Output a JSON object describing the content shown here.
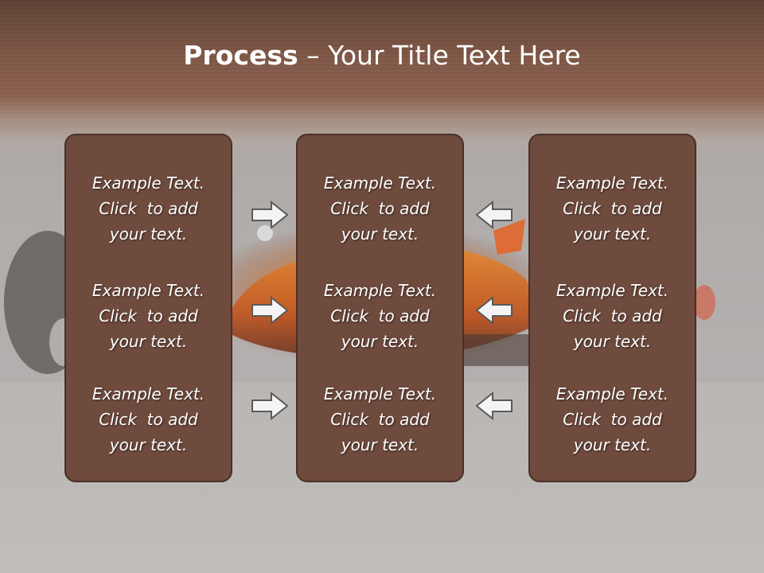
{
  "slide": {
    "title_bold": "Process",
    "title_rest": " – Your Title Text Here"
  },
  "panels": [
    {
      "items": [
        {
          "line1": "Example Text.",
          "line2": "Click  to add",
          "line3": "your text."
        },
        {
          "line1": "Example Text.",
          "line2": "Click  to add",
          "line3": "your text."
        },
        {
          "line1": "Example Text.",
          "line2": "Click  to add",
          "line3": "your text."
        }
      ]
    },
    {
      "items": [
        {
          "line1": "Example Text.",
          "line2": "Click  to add",
          "line3": "your text."
        },
        {
          "line1": "Example Text.",
          "line2": "Click  to add",
          "line3": "your text."
        },
        {
          "line1": "Example Text.",
          "line2": "Click  to add",
          "line3": "your text."
        }
      ]
    },
    {
      "items": [
        {
          "line1": "Example Text.",
          "line2": "Click  to add",
          "line3": "your text."
        },
        {
          "line1": "Example Text.",
          "line2": "Click  to add",
          "line3": "your text."
        },
        {
          "line1": "Example Text.",
          "line2": "Click  to add",
          "line3": "your text."
        }
      ]
    }
  ],
  "arrows": {
    "left_column": "arrow-right-icon",
    "right_column": "arrow-left-icon"
  },
  "colors": {
    "header": "#8d624f",
    "panel_fill": "#6f4b3e",
    "panel_border": "#4a2f25",
    "text": "#ffffff",
    "arrow_fill": "#f4f4f4"
  }
}
